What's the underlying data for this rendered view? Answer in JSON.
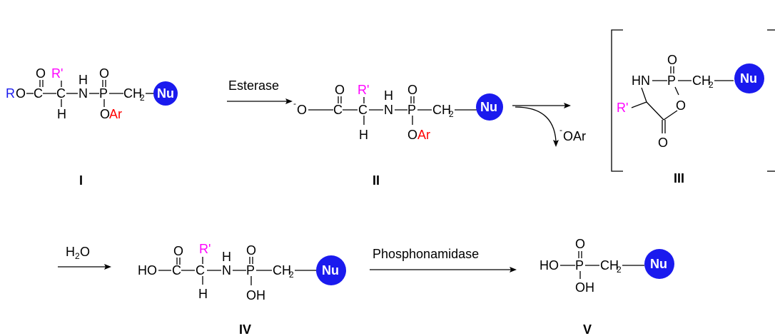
{
  "atoms": {
    "R": "R",
    "O": "O",
    "C": "C",
    "H": "H",
    "N": "N",
    "P": "P",
    "OAr_O": "O",
    "Ar": "Ar",
    "CH": "CH",
    "sub2": "2",
    "Rprime": "R'",
    "Nu": "Nu",
    "HO": "HO",
    "OH": "OH",
    "HN": "HN",
    "minus": "-",
    "minusOAr": "OAr",
    "H2": "H",
    "H2sub": "2",
    "H2O_O": "O"
  },
  "arrows": {
    "esterase": "Esterase",
    "phosphonamidase": "Phosphonamidase"
  },
  "compound_labels": {
    "I": "I",
    "II": "II",
    "III": "III",
    "IV": "IV",
    "V": "V"
  },
  "colors": {
    "R_group": "#1a1aee",
    "R_prime": "#ff00ff",
    "Ar": "#ff0000",
    "Nu_fill": "#1a1aee",
    "text": "#000000"
  }
}
